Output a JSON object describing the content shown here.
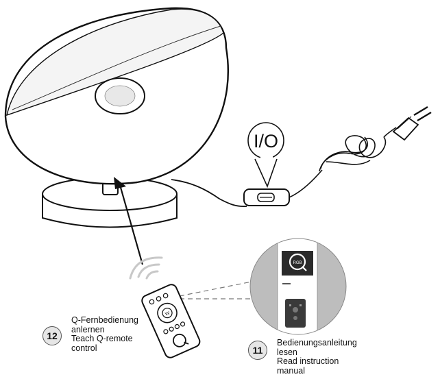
{
  "switch_label": "I/O",
  "q_logo_text": "RGB",
  "remote_button_letter": "W",
  "step_12": {
    "number": "12",
    "lines": [
      "Q-Fernbedienung",
      "anlernen",
      "Teach Q-remote",
      "control"
    ]
  },
  "step_11": {
    "number": "11",
    "lines": [
      "Bedienungsanleitung",
      "lesen",
      "Read instruction",
      "manual"
    ]
  }
}
